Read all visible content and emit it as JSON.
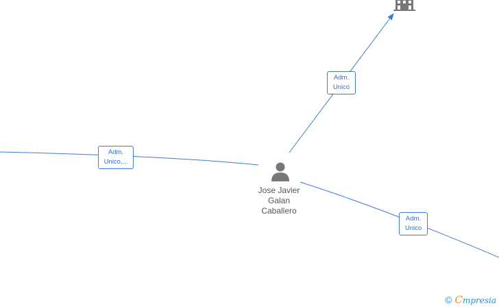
{
  "person": {
    "name_lines": [
      "Jose Javier",
      "Galan",
      "Caballero"
    ]
  },
  "edges": [
    {
      "label_lines": [
        "Adm.",
        "Unico"
      ]
    },
    {
      "label_lines": [
        "Adm.",
        "Unico,..."
      ]
    },
    {
      "label_lines": [
        "Adm.",
        "Unico"
      ]
    }
  ],
  "footer": {
    "copyright": "©",
    "brand_initial": "C",
    "brand_rest": "mpresia"
  },
  "colors": {
    "edge": "#3a7bd5",
    "node_icon": "#777777",
    "brand_orange": "#f28c18",
    "brand_blue": "#2a8fbd"
  },
  "icons": {
    "person": "person-icon",
    "company": "building-icon"
  }
}
